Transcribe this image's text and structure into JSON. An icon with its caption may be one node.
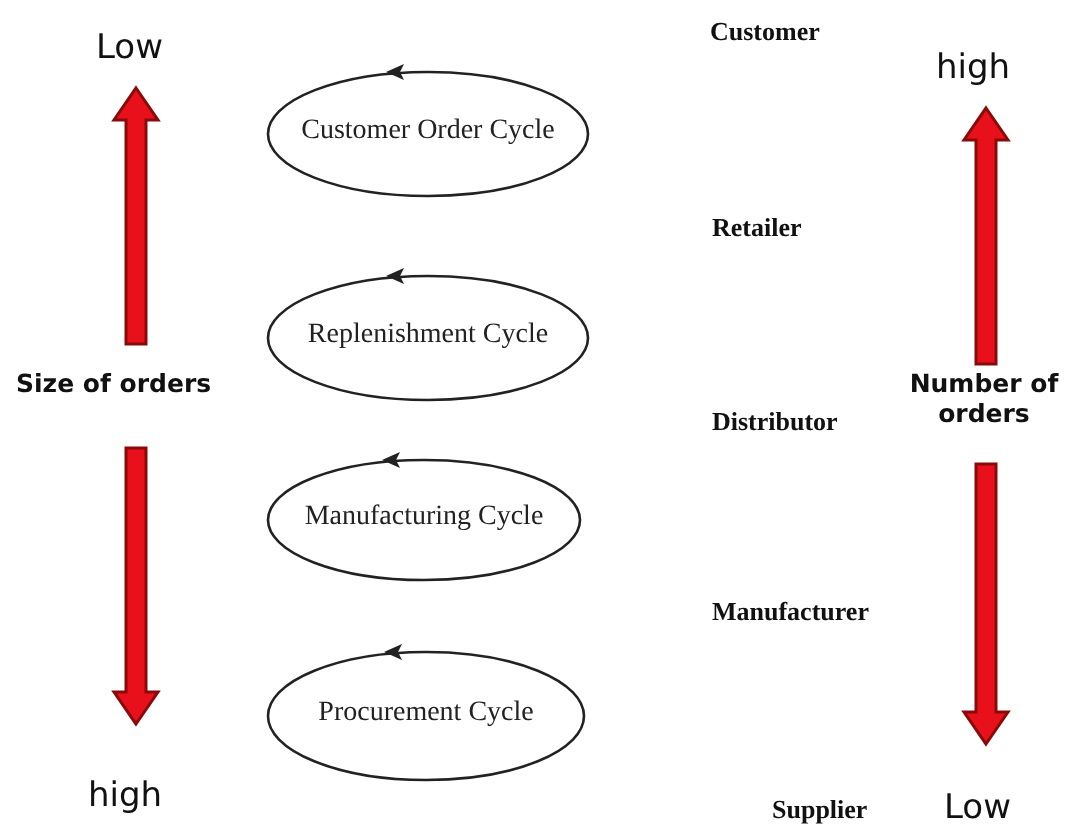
{
  "diagram": {
    "nodes": [
      {
        "text": [
          "Customer Order Cycle"
        ]
      },
      {
        "text": [
          "Replenishment Cycle"
        ]
      },
      {
        "text": [
          "Manufacturing Cycle"
        ]
      },
      {
        "text": [
          "Procurement Cycle"
        ]
      }
    ],
    "labels": [
      "Low",
      "Customer",
      "high",
      "Retailer",
      "Size of orders",
      "Distributor",
      "Number of orders",
      "Manufacturer",
      "high",
      "Supplier",
      "Low"
    ]
  }
}
